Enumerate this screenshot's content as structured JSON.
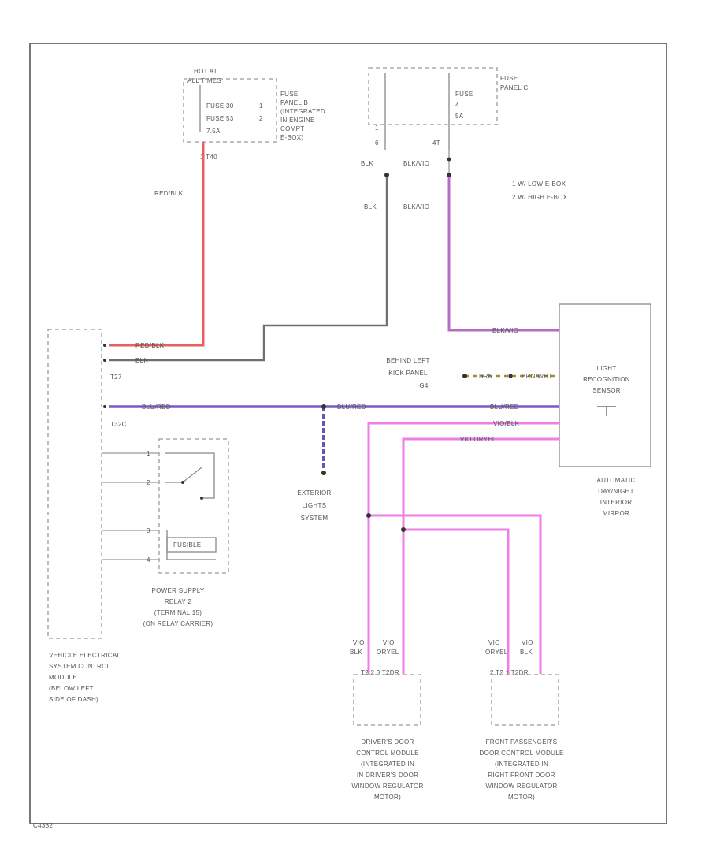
{
  "fuse_block_1": {
    "hot_at": [
      "HOT AT",
      "ALL TIMES"
    ],
    "fuses": [
      "FUSE 30",
      "FUSE 53",
      "7.5A"
    ],
    "pins": [
      "1",
      "2"
    ],
    "name": [
      "FUSE",
      "PANEL B",
      "(INTEGRATED",
      "IN ENGINE",
      "COMPT",
      "E-BOX)"
    ],
    "connector": "1 T40"
  },
  "fuse_block_2": {
    "fuse": [
      "FUSE",
      "4",
      "5A"
    ],
    "name": [
      "FUSE",
      "PANEL C"
    ],
    "pins": [
      "1",
      "6",
      "4T"
    ]
  },
  "variant_notes": [
    "1  W/ LOW E-BOX",
    "2  W/ HIGH E-BOX"
  ],
  "wires": {
    "red": "RED/BLK",
    "blk": "BLK",
    "blk_vio": "BLK/VIO",
    "blu_red": "BLU/RED",
    "vio_blk": "VIO/BLK",
    "vio_org_yel": "VIO  ORYEL",
    "brn": "BRN",
    "brn_wht": "BRN/WHT",
    "ground": [
      "BEHIND LEFT",
      "KICK PANEL",
      "G4"
    ]
  },
  "connectors": {
    "t27": "T27",
    "t32c": "T32C"
  },
  "relay": {
    "pins": [
      "1",
      "2",
      "3",
      "4"
    ],
    "fusible": "FUSIBLE",
    "name": [
      "POWER SUPPLY",
      "RELAY 2",
      "(TERMINAL 15)",
      "(ON RELAY CARRIER)"
    ]
  },
  "sensor": {
    "name": [
      "LIGHT",
      "RECOGNITION",
      "SENSOR"
    ],
    "caption": [
      "AUTOMATIC",
      "DAY/NIGHT",
      "INTERIOR",
      "MIRROR"
    ]
  },
  "exterior": [
    "EXTERIOR",
    "LIGHTS",
    "SYSTEM"
  ],
  "vesc": [
    "VEHICLE ELECTRICAL",
    "SYSTEM CONTROL",
    "MODULE",
    "(BELOW LEFT",
    "SIDE OF DASH)"
  ],
  "driver_module": {
    "wires": [
      "VIO",
      "BLK",
      "VIO",
      "ORYEL"
    ],
    "pins": "T2  2  3  T2DR",
    "name": [
      "DRIVER'S DOOR",
      "CONTROL MODULE",
      "(INTEGRATED IN",
      "IN DRIVER'S DOOR",
      "WINDOW REGULATOR",
      "MOTOR)"
    ]
  },
  "passenger_module": {
    "wires": [
      "VIO",
      "ORYEL",
      "VIO",
      "BLK"
    ],
    "pins": "2  T2  1  T2DR",
    "name": [
      "FRONT PASSENGER'S",
      "DOOR CONTROL MODULE",
      "(INTEGRATED IN",
      "RIGHT FRONT DOOR",
      "WINDOW REGULATOR",
      "MOTOR)"
    ]
  },
  "footer_code": "C4382"
}
